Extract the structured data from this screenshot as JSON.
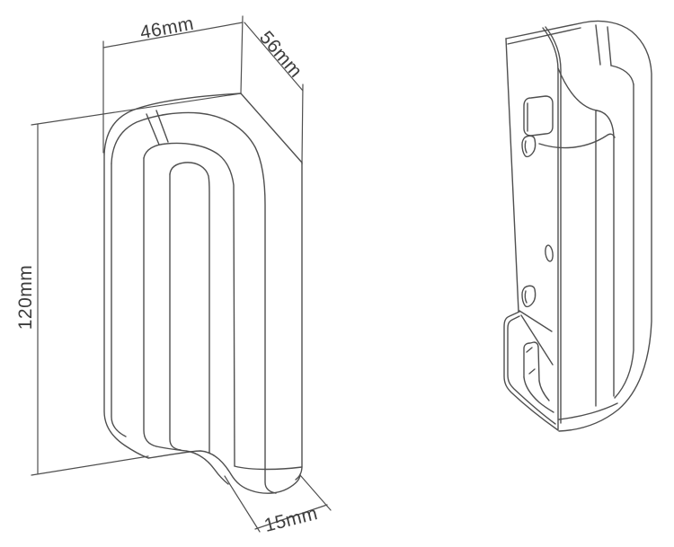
{
  "page": {
    "background": "#ffffff",
    "line_color": "#4f4f4f",
    "text_color": "#3d3d3d"
  },
  "diagram": {
    "type": "technical_dimension_drawing",
    "views": [
      {
        "id": "front-isometric-view"
      },
      {
        "id": "rear-isometric-view"
      }
    ],
    "dimensions": {
      "width": {
        "label": "46mm",
        "value": 46,
        "unit": "mm"
      },
      "depth": {
        "label": "56mm",
        "value": 56,
        "unit": "mm"
      },
      "height": {
        "label": "120mm",
        "value": 120,
        "unit": "mm"
      },
      "lip": {
        "label": "15mm",
        "value": 15,
        "unit": "mm"
      }
    }
  }
}
